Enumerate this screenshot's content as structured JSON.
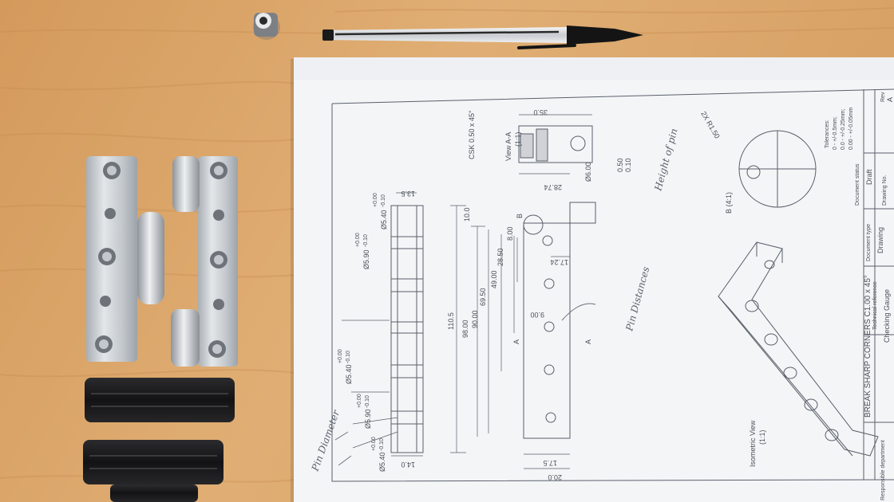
{
  "colors": {
    "wood": "#d9a66c",
    "wood_dark": "#c58a4f",
    "paper": "#f4f5f7",
    "ink": "#59606a",
    "aluminium": "#c9ced3",
    "rubber": "#1b1b1d",
    "pen_body": "#e6e8ea",
    "pen_cap": "#121212"
  },
  "drawing": {
    "view_aa_title": "View A-A",
    "view_aa_scale": "(1:1)",
    "view_b_title": "B (4:1)",
    "iso_title": "Isometric View",
    "iso_scale": "(1:1)",
    "note_csk": "CSK 0.50 x 45°",
    "note_radius": "2X R1.50",
    "note_break": "BREAK SHARP CORNERS C1.00 x 45°",
    "dims": {
      "d35": "35.0",
      "d2874": "28.74",
      "d135": "13.5",
      "d100": "10.0",
      "d800": "8.00",
      "d2850": "28.50",
      "d4900": "49.00",
      "d6950": "69.50",
      "d9000": "90.00",
      "d9800": "98.00",
      "d1105": "110.5",
      "d1724": "17.24",
      "d900": "9.00",
      "d050": "0.50",
      "d010": "0.10",
      "d600": "Ø6.00",
      "d140": "14.0",
      "d175": "17.5",
      "d200": "20.0",
      "hole_540_top": "Ø5.40",
      "hole_590_top": "Ø5.90",
      "hole_540_mid": "Ø5.40",
      "hole_590_bot": "Ø5.90",
      "hole_540_bot": "Ø5.40",
      "tol_plus": "+0.00",
      "tol_minus": "-0.10",
      "label_a": "A",
      "label_b": "B"
    },
    "title_block": {
      "tolerances_label": "Tolerances:",
      "tol_line1": "0 - +/-0.5mm;",
      "tol_line2": "0.0 - +/-0.25mm;",
      "tol_line3": "0.00 - +/-0.05mm",
      "doc_status_label": "Document status",
      "doc_status": "Draft",
      "doc_type_label": "Document type",
      "doc_type": "Drawing",
      "tech_ref_label": "Technical reference",
      "tech_ref": "Checking Gauge",
      "drawing_no_label": "Drawing No.",
      "rev_label": "Rev",
      "rev": "A",
      "resp_dept_label": "Responsible department"
    },
    "handwriting": {
      "height_of_pin": "Height of pin",
      "pin_distances": "Pin Distances",
      "pin_diameter": "Pin Diameter"
    }
  }
}
